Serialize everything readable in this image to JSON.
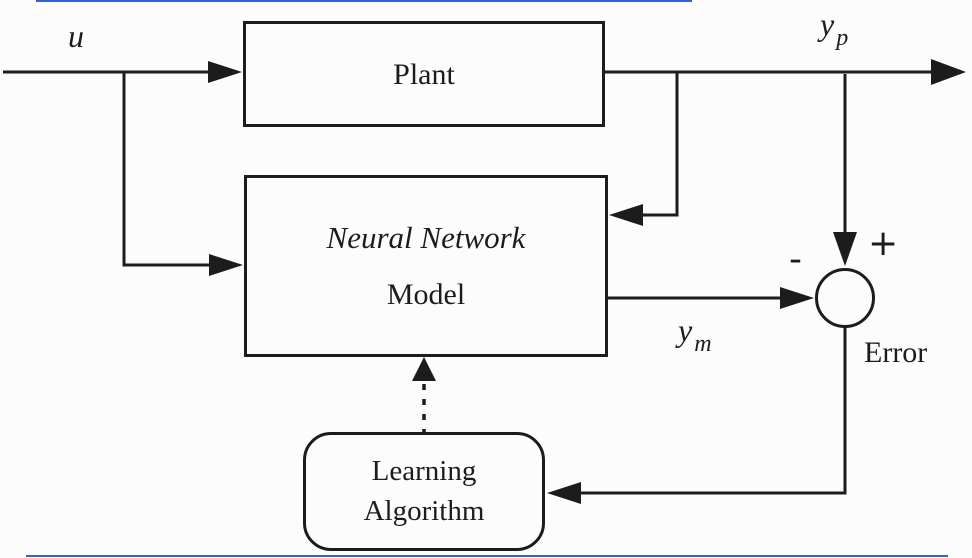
{
  "colors": {
    "ink": "#1c1c1c",
    "background": "#fcfcfc",
    "edge-line": "#3c5fd3"
  },
  "blocks": {
    "plant": {
      "label": "Plant"
    },
    "neural_network": {
      "line1": "Neural Network",
      "line2": "Model"
    },
    "learning_algorithm": {
      "line1": "Learning",
      "line2": "Algorithm"
    }
  },
  "signals": {
    "input": {
      "base": "u"
    },
    "plant_output": {
      "base": "y",
      "sub": "p"
    },
    "model_output": {
      "base": "y",
      "sub": "m"
    },
    "plus": "+",
    "minus": "-",
    "error": "Error"
  }
}
